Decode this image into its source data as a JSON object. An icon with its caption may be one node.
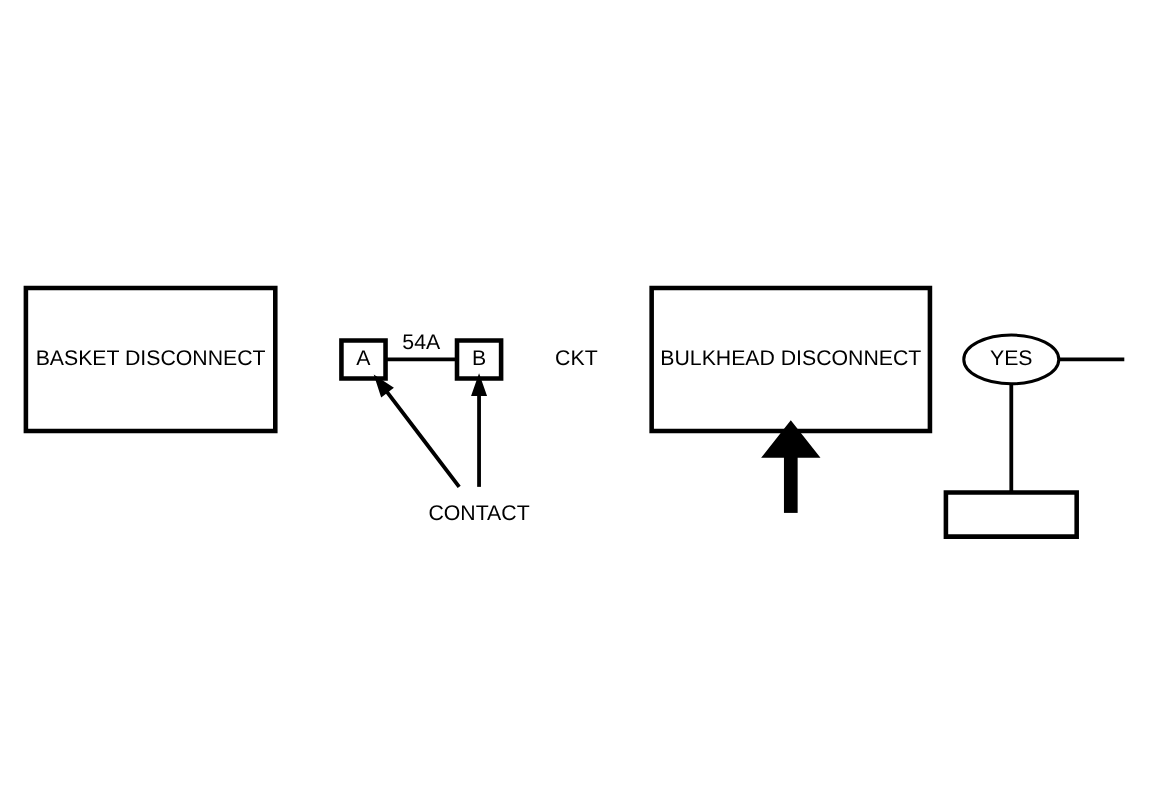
{
  "diagram": {
    "nodes": [
      {
        "text": [
          "BASKET DISCONNECT"
        ]
      },
      {
        "text": [
          "A"
        ]
      },
      {
        "text": [
          "B"
        ]
      },
      {
        "text": [
          "BULKHEAD DISCONNECT"
        ]
      },
      {
        "text": [
          "CONTACT"
        ]
      },
      {
        "text": [
          "YES"
        ]
      },
      {
        "text": [],
        "shape": "box"
      }
    ],
    "edges": [
      {
        "from": 1,
        "to": 2,
        "arrow": "none",
        "label": "54A"
      },
      {
        "from": 4,
        "to": 1,
        "arrow": "to"
      },
      {
        "from": 4,
        "to": 2,
        "arrow": "to"
      },
      {
        "from": null,
        "to": 3,
        "arrow": "to",
        "style": "thick"
      },
      {
        "from": null,
        "to": 5,
        "arrow": "none"
      },
      {
        "from": 5,
        "to": 6,
        "arrow": "none"
      }
    ],
    "labels": [
      "CKT"
    ]
  }
}
